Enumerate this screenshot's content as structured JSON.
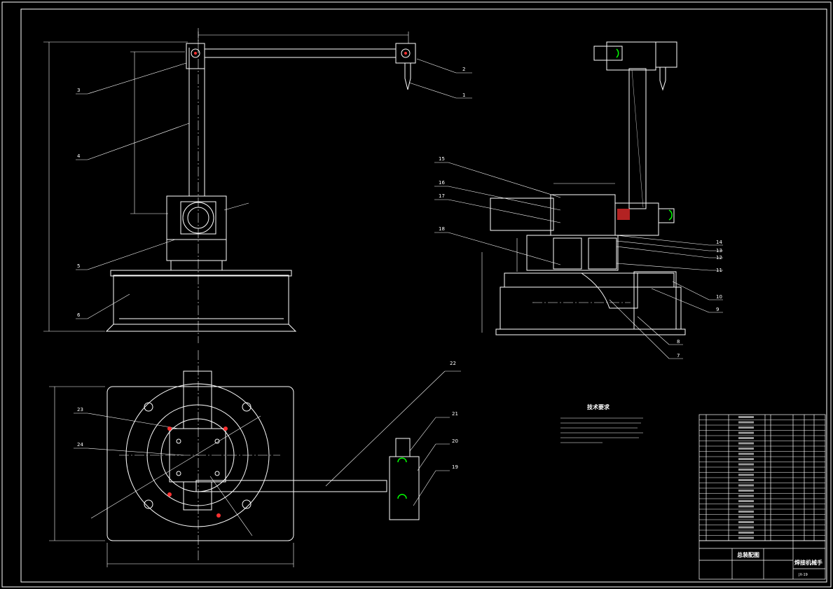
{
  "colors": {
    "background": "#000000",
    "line": "#ffffff",
    "accent": "#00ff00",
    "highlight": "#ff3030"
  },
  "labels": {
    "p1": "1",
    "p2": "2",
    "p3": "3",
    "p4": "4",
    "p5": "5",
    "p6": "6",
    "p7": "7",
    "p8": "8",
    "p9": "9",
    "p10": "10",
    "p11": "11",
    "p12": "12",
    "p13": "13",
    "p14": "14",
    "p15": "15",
    "p16": "16",
    "p17": "17",
    "p18": "18",
    "p19": "19",
    "p20": "20",
    "p21": "21",
    "p22": "22",
    "p23": "23",
    "p24": "24"
  },
  "notes": {
    "title": "技术要求"
  },
  "title_block": {
    "main_title": "总装配图",
    "drawing_name": "焊接机械手",
    "drawing_no": "JX-19"
  }
}
